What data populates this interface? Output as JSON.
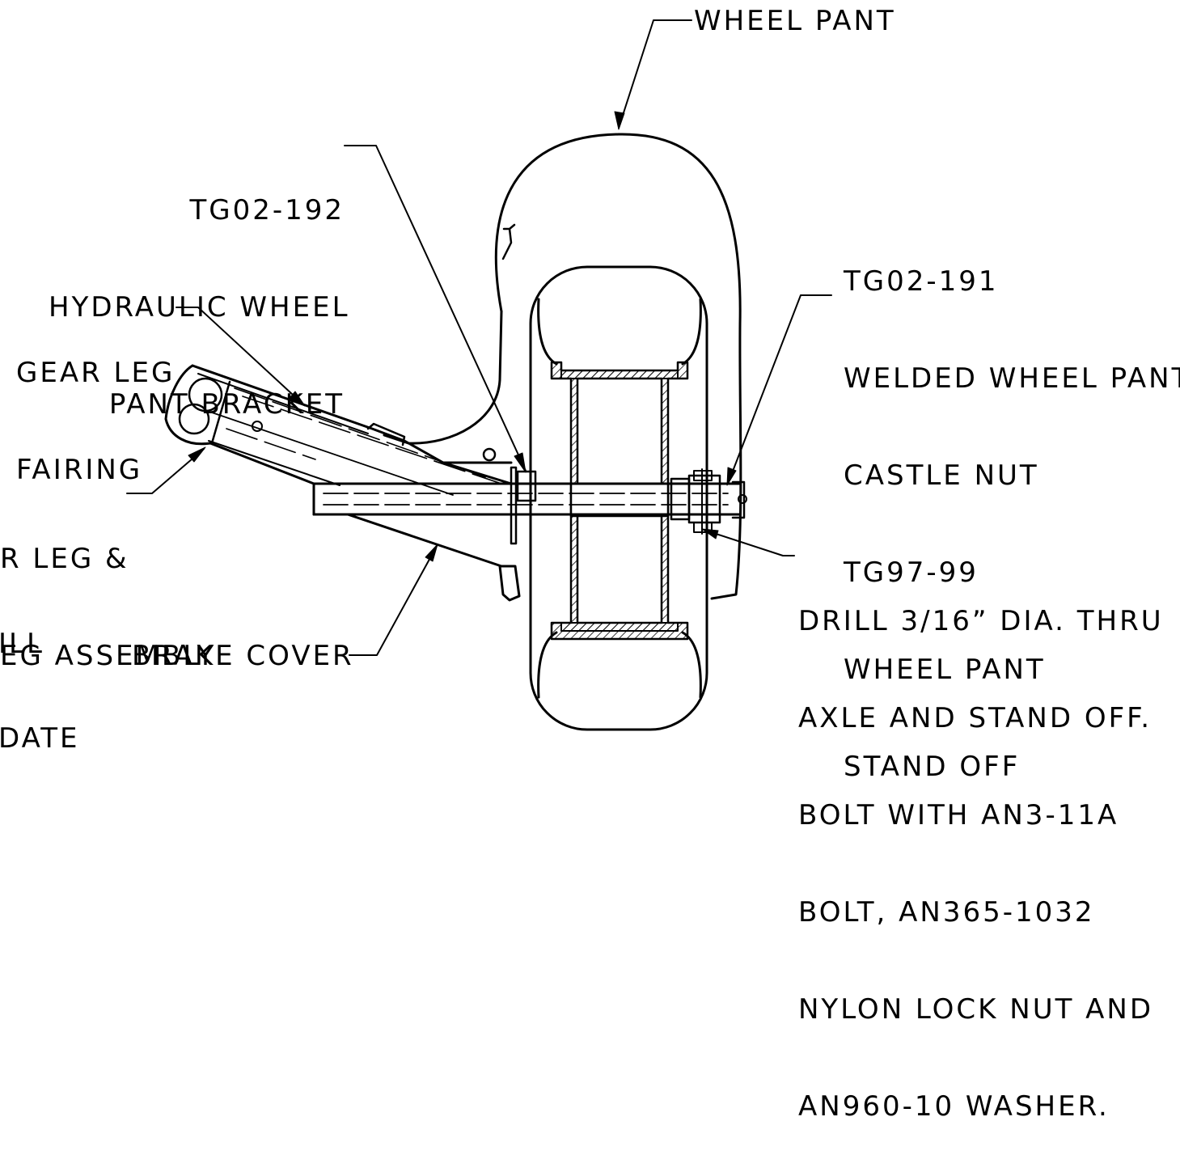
{
  "labels": {
    "wheel_pant": "WHEEL PANT",
    "bracket": [
      "TG02-192",
      "HYDRAULIC WHEEL",
      "PANT BRACKET"
    ],
    "gear_leg_fairing": [
      "GEAR LEG",
      "FAIRING"
    ],
    "gear_leg_assembly": [
      "R LEG &",
      "EG ASSEMBLY"
    ],
    "brake_cover": "BRAKE COVER",
    "right_callout": [
      "TG02-191",
      "WELDED WHEEL PANT",
      "CASTLE NUT",
      "TG97-99",
      "WHEEL PANT",
      "STAND OFF"
    ],
    "drill_note": [
      "DRILL 3/16” DIA. THRU",
      "AXLE AND STAND OFF.",
      "BOLT WITH AN3-11A",
      "BOLT, AN365-1032",
      "NYLON LOCK NUT AND",
      "AN960-10 WASHER."
    ],
    "cut_left_1": "ILL",
    "cut_left_2": "DATE"
  },
  "colors": {
    "ink": "#000000",
    "paper": "#ffffff"
  }
}
